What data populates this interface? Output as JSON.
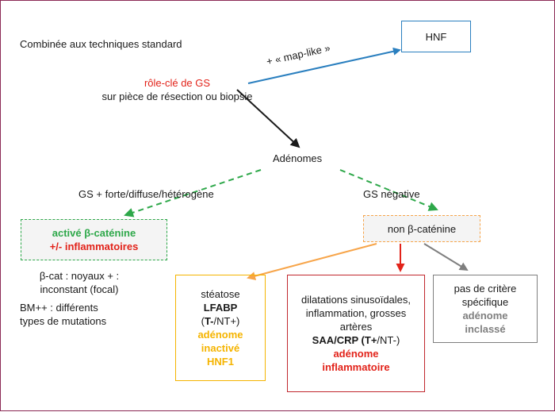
{
  "colors": {
    "frame": "#8b2a55",
    "blue": "#2a7fbf",
    "red": "#e2231a",
    "green": "#2ea84a",
    "orange": "#f7a54a",
    "yellow": "#f5b400",
    "grey": "#7f7f7f",
    "dark_red": "#c1272d"
  },
  "intro": "Combinée aux techniques standard",
  "gs_role": {
    "highlight": "rôle-clé de GS",
    "rest": "sur pièce de résection ou biopsie"
  },
  "map_like_label": "+ « map-like »",
  "hnf_box": "HNF",
  "adenomes": "Adénomes",
  "branch_left": "GS + forte/diffuse/hétérogène",
  "branch_right": "GS négative",
  "beta_active_box": {
    "line1": "activé β-caténine",
    "line2": "+/- inflammatoires"
  },
  "beta_notes": {
    "line1": "β-cat : noyaux + :",
    "line2": "inconstant (focal)",
    "line3": "BM++ : différents",
    "line4": "types de mutations"
  },
  "non_beta_box": "non β-caténine",
  "box_hnf1": {
    "line1": "stéatose",
    "line2": "LFABP",
    "line3_bold": "T-",
    "line3_rest": "/NT+)",
    "line3_open": "(",
    "line4": "adénome",
    "line5": "inactivé",
    "line6": "HNF1"
  },
  "box_inflam": {
    "line1": "dilatations sinusoïdales,",
    "line2": "inflammation, grosses",
    "line3": "artères",
    "line4_bold": "SAA/CRP (T+",
    "line4_rest": "/NT-)",
    "line5": "adénome",
    "line6": "inflammatoire"
  },
  "box_unclassified": {
    "line1": "pas de critère",
    "line2": "spécifique",
    "line3": "adénome",
    "line4": "inclassé"
  }
}
